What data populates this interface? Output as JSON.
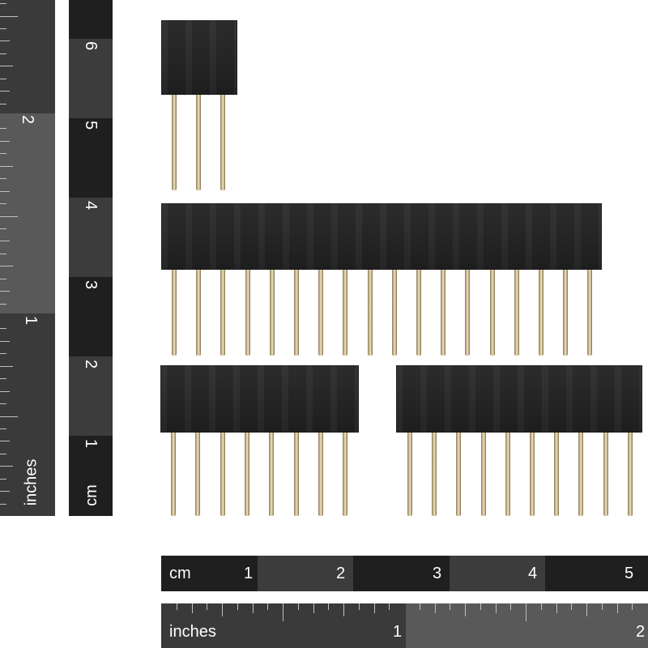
{
  "rulers": {
    "inch_vertical": {
      "unit_label": "inches",
      "labels": [
        "2",
        "1"
      ]
    },
    "cm_vertical": {
      "unit_label": "cm",
      "labels": [
        "6",
        "5",
        "4",
        "3",
        "2",
        "1"
      ]
    },
    "cm_horizontal": {
      "unit_label": "cm",
      "labels": [
        "1",
        "2",
        "3",
        "4",
        "5"
      ]
    },
    "inch_horizontal": {
      "unit_label": "inches",
      "labels": [
        "1",
        "2"
      ]
    }
  },
  "headers": [
    {
      "name": "header-3-pin",
      "pin_count": 3
    },
    {
      "name": "header-18-pin",
      "pin_count": 18
    },
    {
      "name": "header-8-pin",
      "pin_count": 8
    },
    {
      "name": "header-10-pin",
      "pin_count": 10
    }
  ],
  "colors": {
    "header_body": "#262626",
    "pin": "#d9c9a2",
    "ruler_dark": "#1f1f1f",
    "ruler_mid": "#3a3a3a",
    "ruler_light": "#565656"
  }
}
